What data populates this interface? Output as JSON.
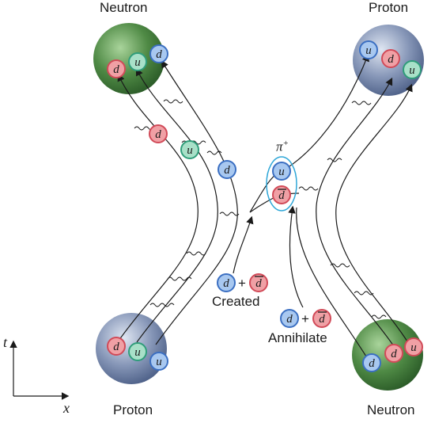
{
  "labels": {
    "neutron_top": "Neutron",
    "proton_top": "Proton",
    "proton_bottom": "Proton",
    "neutron_bottom": "Neutron",
    "pion": "π",
    "pion_charge": "+",
    "created": "Created",
    "annihilate": "Annihilate",
    "time_axis": "t",
    "x_axis": "x",
    "plus": "+"
  },
  "quarks": {
    "u": "u",
    "d": "d",
    "dbar": "d"
  },
  "colors": {
    "d_quark": "#e8707a",
    "u_quark": "#7fb0e8",
    "u_green": "#7fcfa8",
    "green_nucleon": "#3f7a3a",
    "blue_nucleon": "#6d83a8",
    "antiquark_ring": "#2fa7d8"
  }
}
